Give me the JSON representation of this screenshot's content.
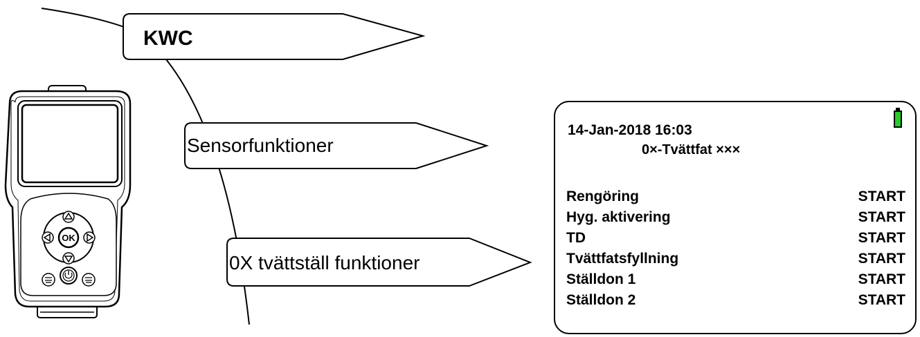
{
  "menu_tree": {
    "root": {
      "label": "KWC"
    },
    "children": [
      {
        "label": "Sensorfunktioner"
      },
      {
        "label": "0X tvättställ funktioner"
      }
    ]
  },
  "device": {
    "button_labels": {
      "ok": "OK"
    }
  },
  "screen": {
    "datetime": "14-Jan-2018 16:03",
    "subtitle": "0×-Tvättfat ×××",
    "battery_color": "#28cc28",
    "rows": [
      {
        "name": "Rengöring",
        "action": "START"
      },
      {
        "name": "Hyg. aktivering",
        "action": "START"
      },
      {
        "name": "TD",
        "action": "START"
      },
      {
        "name": "Tvättfatsfyllning",
        "action": "START"
      },
      {
        "name": "Ställdon 1",
        "action": "START"
      },
      {
        "name": "Ställdon 2",
        "action": "START"
      }
    ]
  }
}
